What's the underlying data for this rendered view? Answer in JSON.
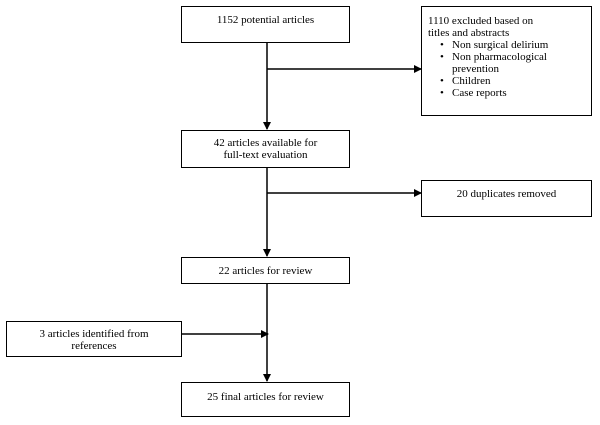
{
  "flowchart": {
    "identified": {
      "lines": [
        "1152 potential articles"
      ]
    },
    "excluded_screening": {
      "title_lines": [
        "1110 excluded based on",
        "titles and abstracts"
      ],
      "reasons": [
        {
          "lines": [
            "Non surgical delirium"
          ]
        },
        {
          "lines": [
            "Non pharmacological",
            "prevention"
          ]
        },
        {
          "lines": [
            "Children"
          ]
        },
        {
          "lines": [
            "Case reports"
          ]
        }
      ]
    },
    "fulltext": {
      "lines": [
        "42 articles available for",
        "full-text evaluation"
      ]
    },
    "duplicates": {
      "lines": [
        "20 duplicates removed"
      ]
    },
    "review": {
      "lines": [
        "22 articles for review"
      ]
    },
    "references": {
      "lines": [
        "3 articles identified from",
        "references"
      ]
    },
    "final": {
      "lines": [
        "25 final articles for review"
      ]
    }
  }
}
